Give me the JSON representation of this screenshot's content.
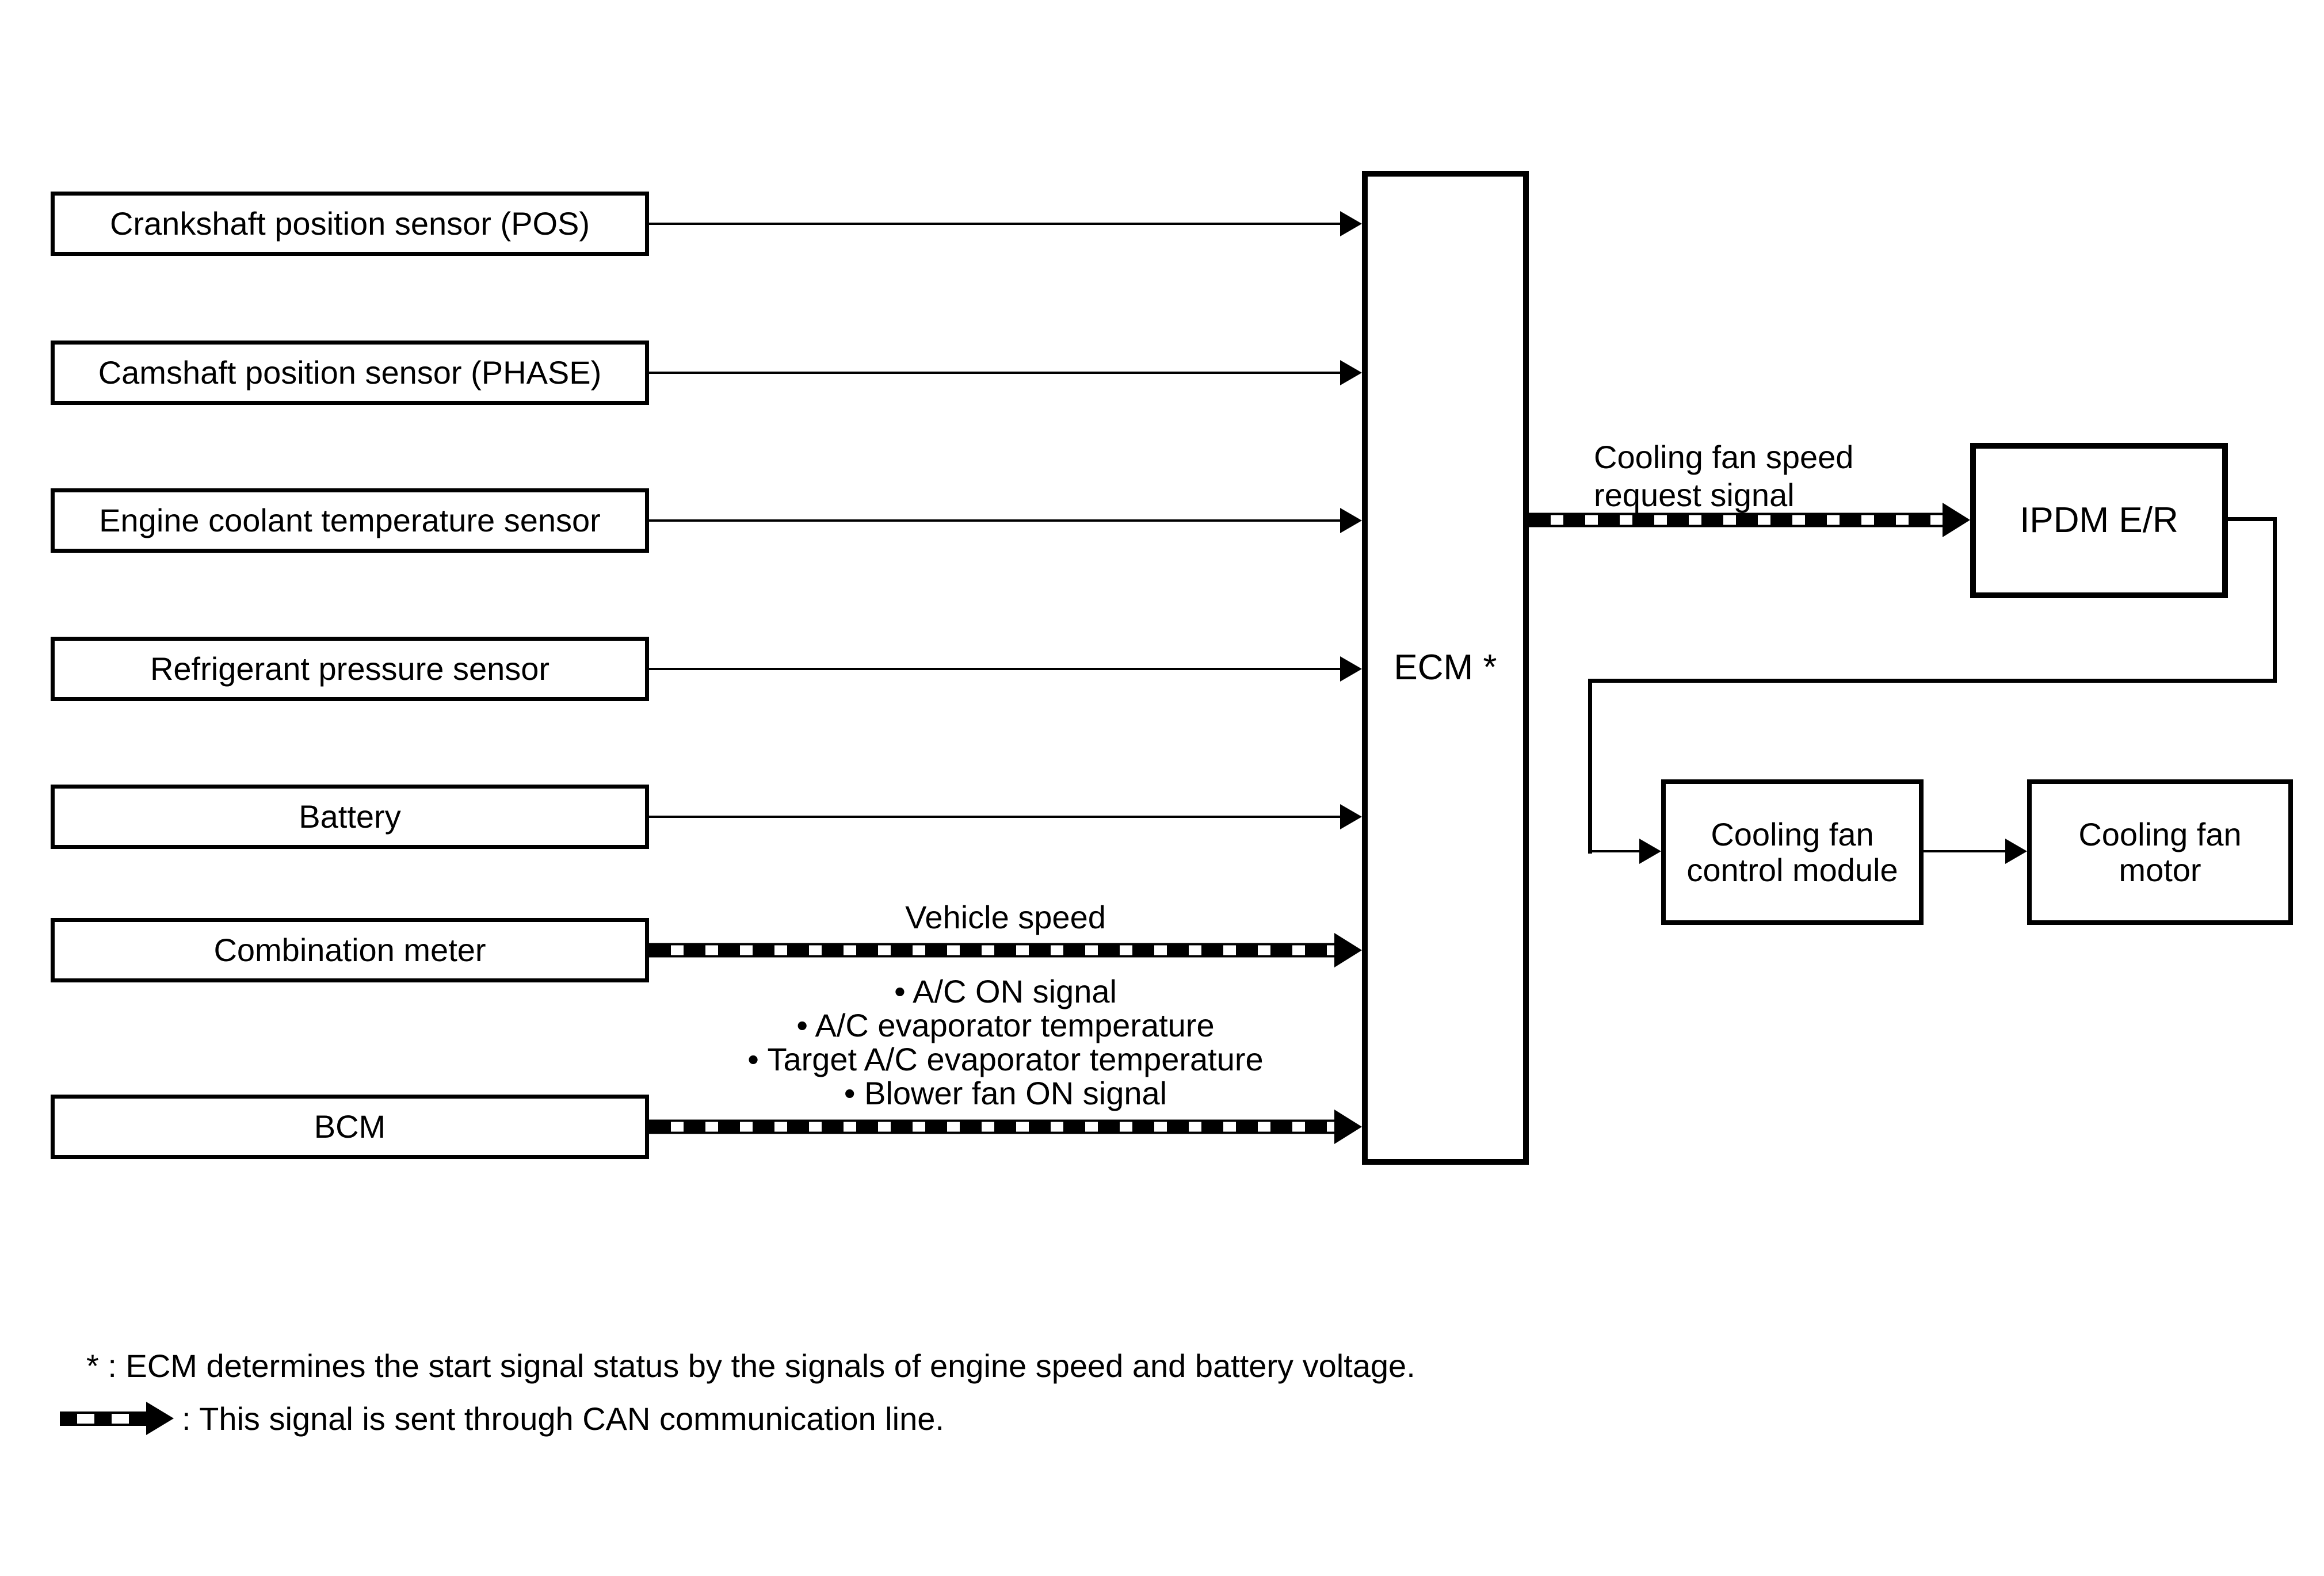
{
  "colors": {
    "ink": "#000000",
    "background": "#ffffff"
  },
  "left_boxes": [
    "Crankshaft position sensor (POS)",
    "Camshaft position sensor (PHASE)",
    "Engine coolant temperature sensor",
    "Refrigerant pressure sensor",
    "Battery",
    "Combination meter",
    "BCM"
  ],
  "ecm": {
    "label": "ECM *"
  },
  "ipdm": {
    "label": "IPDM E/R"
  },
  "cooling_fan_control_module": {
    "line1": "Cooling fan",
    "line2": "control module"
  },
  "cooling_fan_motor": {
    "line1": "Cooling fan",
    "line2": "motor"
  },
  "signal_labels": {
    "cooling_fan_speed_request": {
      "line1": "Cooling fan speed",
      "line2": "request signal"
    },
    "vehicle_speed": "Vehicle speed",
    "bcm_can_signals": [
      "• A/C ON signal",
      "• A/C evaporator temperature",
      "• Target A/C evaporator temperature",
      "• Blower fan ON signal"
    ]
  },
  "footnotes": {
    "ecm_note": "* : ECM determines the start signal status by the signals of engine speed and battery voltage.",
    "can_note": ": This signal is sent through CAN communication line."
  }
}
